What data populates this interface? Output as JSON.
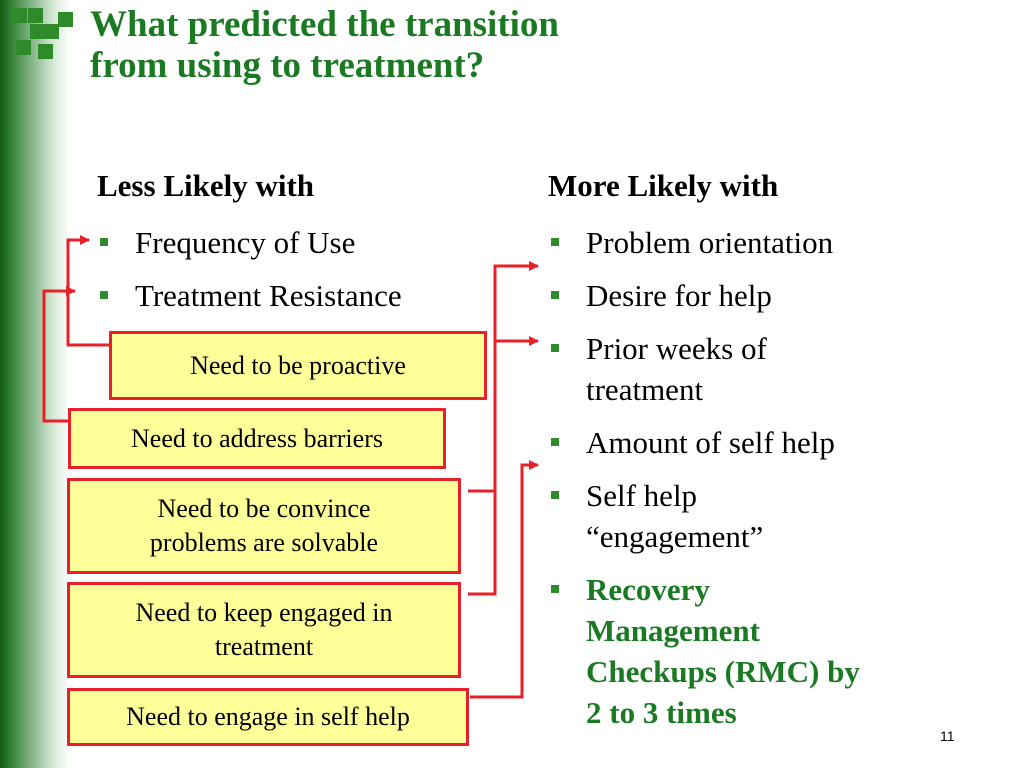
{
  "title_lines": [
    "What predicted the transition",
    "from using to treatment?"
  ],
  "left_column": {
    "heading": "Less Likely with",
    "items": [
      "Frequency of Use",
      "Treatment Resistance"
    ]
  },
  "right_column": {
    "heading": "More Likely with",
    "items": [
      {
        "lines": [
          "Problem orientation"
        ],
        "highlight": false
      },
      {
        "lines": [
          "Desire for help"
        ],
        "highlight": false
      },
      {
        "lines": [
          "Prior weeks of",
          "treatment"
        ],
        "highlight": false
      },
      {
        "lines": [
          "Amount of self help"
        ],
        "highlight": false
      },
      {
        "lines": [
          "Self help",
          "“engagement”"
        ],
        "highlight": false
      },
      {
        "lines": [
          "Recovery",
          "Management",
          "Checkups (RMC) by",
          "2 to 3 times"
        ],
        "highlight": true
      }
    ]
  },
  "boxes": [
    {
      "lines": [
        "Need to be proactive"
      ]
    },
    {
      "lines": [
        "Need to address barriers"
      ]
    },
    {
      "lines": [
        "Need to be convince",
        "problems are solvable"
      ]
    },
    {
      "lines": [
        "Need to keep engaged in",
        "treatment"
      ]
    },
    {
      "lines": [
        "Need to engage in self help"
      ]
    }
  ],
  "page_number": "11",
  "colors": {
    "title": "#1a7a22",
    "highlight_text": "#1a7a22",
    "box_fill": "#ffff99",
    "box_border": "#e8202a",
    "connector": "#e8202a",
    "bullet": "#2f8a2a",
    "side_bar": "#0f5a12"
  }
}
